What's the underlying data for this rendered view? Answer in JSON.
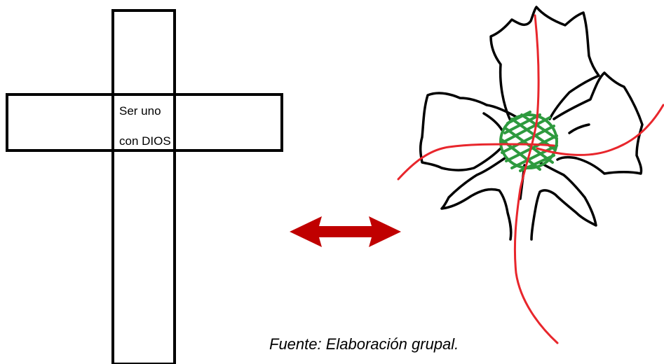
{
  "cross": {
    "line1": "Ser uno",
    "line2": "con DIOS"
  },
  "caption": "Fuente: Elaboración grupal.",
  "colors": {
    "outline": "#000000",
    "arrow": "#c00000",
    "flower_red": "#e8262c",
    "flower_center": "#2e9a3e"
  },
  "icons": {
    "arrow": "double-arrow-icon",
    "flower": "flower-sketch-icon"
  }
}
